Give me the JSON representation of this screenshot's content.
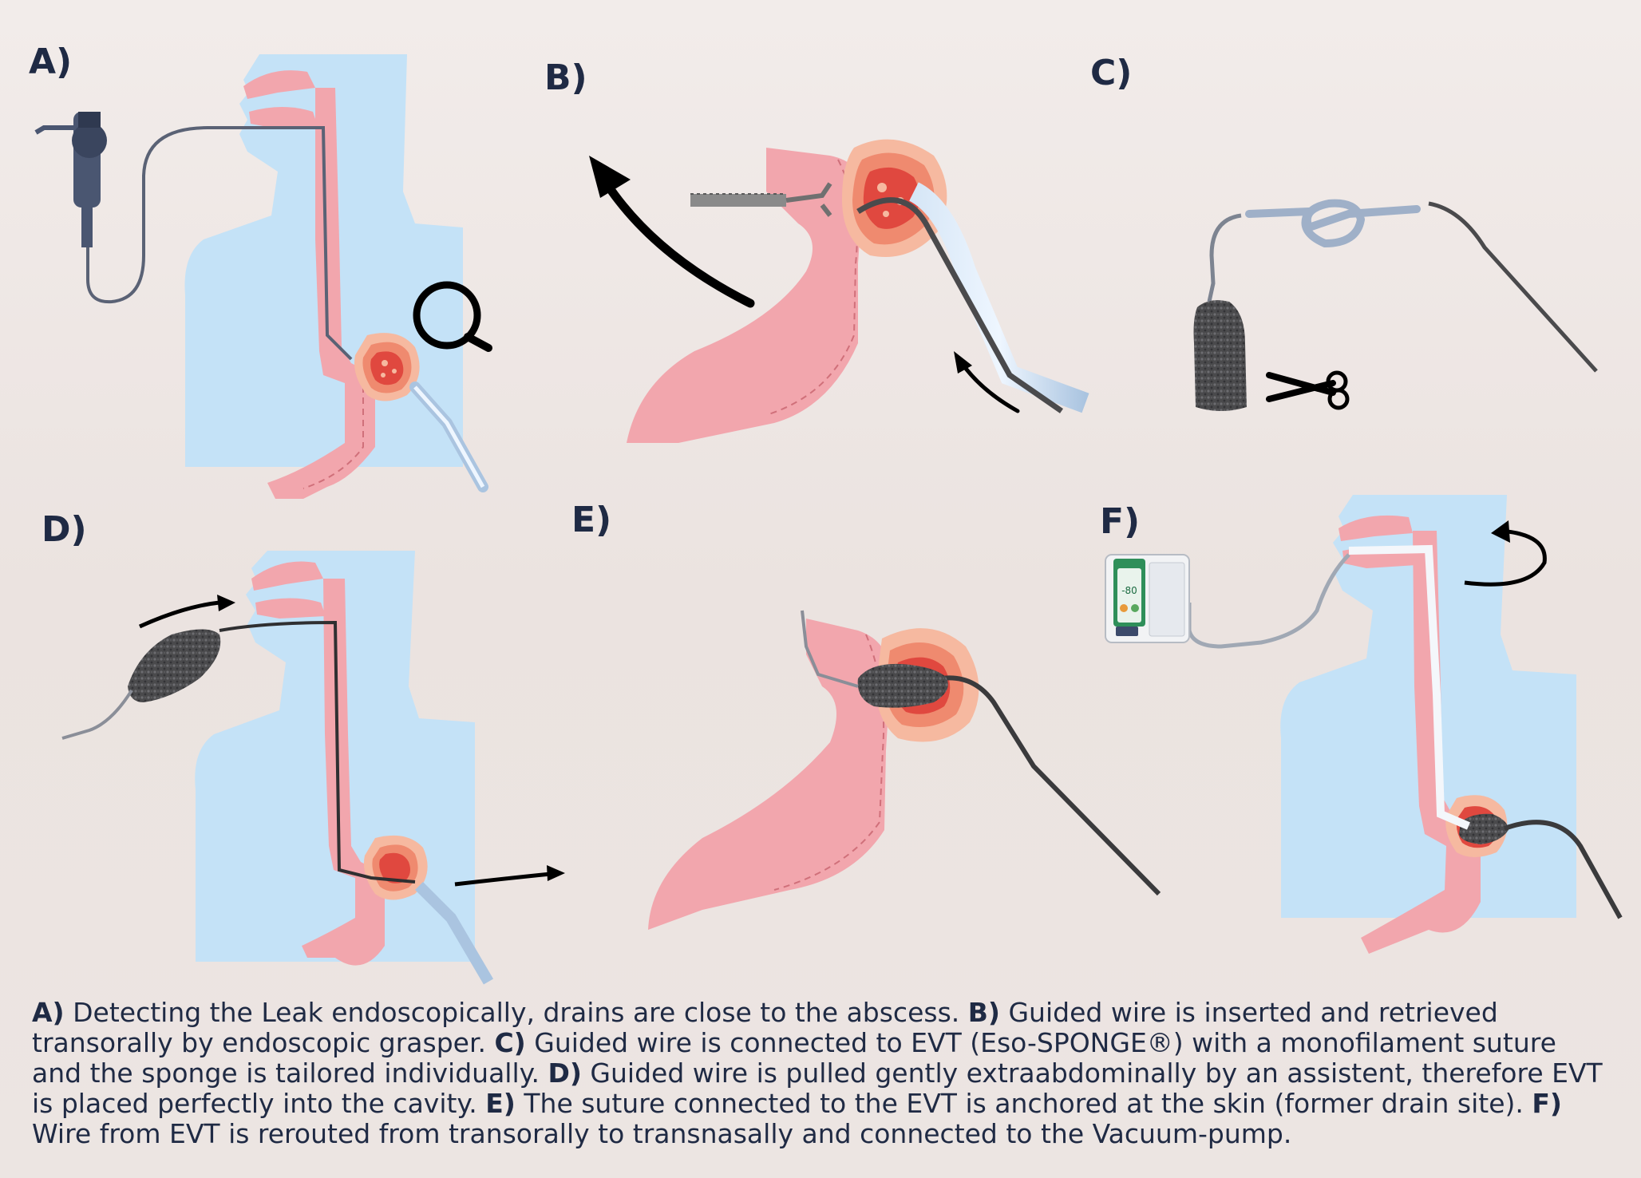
{
  "panels": {
    "a": "A)",
    "b": "B)",
    "c": "C)",
    "d": "D)",
    "e": "E)",
    "f": "F)"
  },
  "pump": {
    "display_value": "-80"
  },
  "caption": [
    {
      "key": "A)",
      "text": " Detecting the Leak endoscopically, drains are close to the abscess. "
    },
    {
      "key": "B)",
      "text": " Guided wire is inserted and retrieved transorally by endoscopic grasper.  "
    },
    {
      "key": "C)",
      "text": " Guided wire is connected to EVT (Eso-SPONGE®) with a monofilament suture and the sponge is tailored individually. "
    },
    {
      "key": "D)",
      "text": " Guided wire is pulled gently extraabdominally by an assistent, therefore EVT is placed perfectly into the cavity. "
    },
    {
      "key": "E)",
      "text": " The suture connected to the EVT is anchored at the skin (former drain site). "
    },
    {
      "key": "F)",
      "text": " Wire from EVT is rerouted from transorally to transnasally and connected to the Vacuum-pump."
    }
  ],
  "colors": {
    "body": "#c4e2f7",
    "tissue": "#f2a6ad",
    "abscess_outer": "#f6b9a0",
    "abscess_mid": "#ef8a6f",
    "abscess_inner": "#e0483f",
    "navy": "#1f2a44",
    "sponge": "#4a4a4c"
  }
}
